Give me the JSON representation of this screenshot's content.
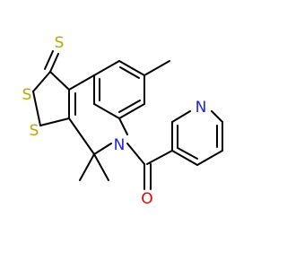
{
  "molecule": {
    "atoms": {
      "s_thione": {
        "symbol": "S",
        "color": "#b8a700"
      },
      "s_ring_1": {
        "symbol": "S",
        "color": "#b8a700"
      },
      "s_ring_2": {
        "symbol": "S",
        "color": "#b8a700"
      },
      "n_amide": {
        "symbol": "N",
        "color": "#1e22e6"
      },
      "n_pyridine": {
        "symbol": "N",
        "color": "#1e22e6"
      },
      "o_carbonyl": {
        "symbol": "O",
        "color": "#e60000"
      }
    }
  }
}
